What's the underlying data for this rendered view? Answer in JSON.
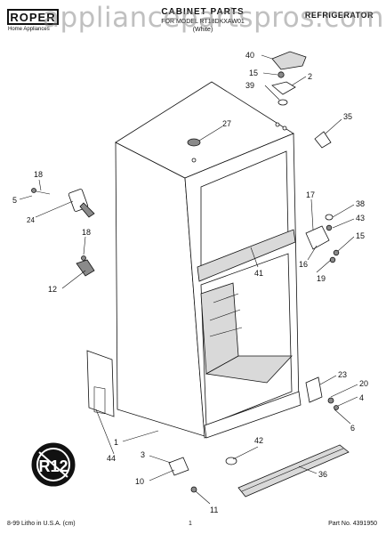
{
  "header": {
    "brand": "ROPER",
    "brand_tagline": "Home Appliances",
    "title": "CABINET PARTS",
    "model_line": "FOR MODEL RT18DKXAW01",
    "color_line": "(White)",
    "section": "REFRIGERATOR"
  },
  "watermark": "appliancepartspros.com",
  "badge": {
    "text": "R12"
  },
  "callouts": [
    "40",
    "15",
    "2",
    "39",
    "35",
    "27",
    "18",
    "5",
    "24",
    "17",
    "38",
    "43",
    "15",
    "16",
    "19",
    "41",
    "18",
    "12",
    "23",
    "20",
    "4",
    "6",
    "1",
    "44",
    "42",
    "36",
    "3",
    "10",
    "11"
  ],
  "footer": {
    "litho": "8-99 Litho in U.S.A. (cm)",
    "page": "1",
    "part_no": "Part No. 4391950"
  }
}
